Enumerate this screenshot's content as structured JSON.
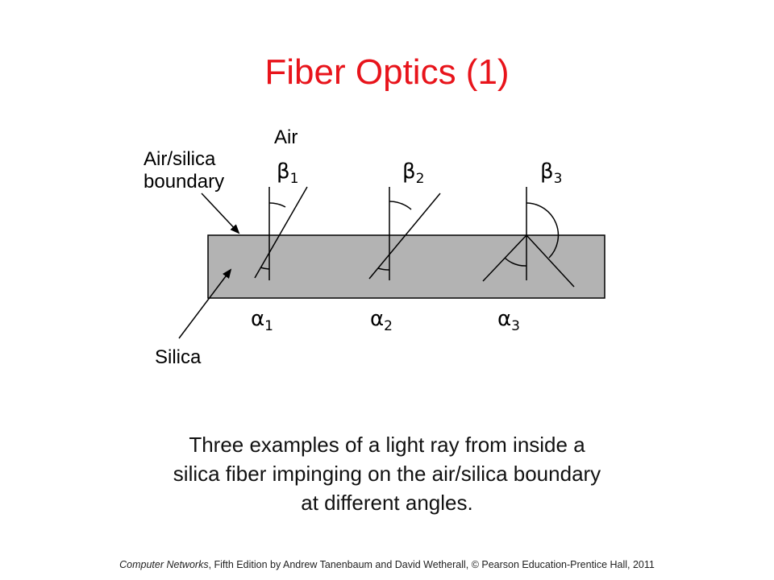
{
  "title": "Fiber Optics (1)",
  "diagram": {
    "air_label": "Air",
    "boundary_label_line1": "Air/silica",
    "boundary_label_line2": "boundary",
    "silica_label": "Silica",
    "beta_symbol": "β",
    "alpha_symbol": "α",
    "subscripts": [
      "1",
      "2",
      "3"
    ],
    "fiber_color": "#b3b3b3"
  },
  "caption": {
    "line1": "Three examples of a light ray from inside a",
    "line2": "silica fiber impinging on the air/silica boundary",
    "line3": "at different angles."
  },
  "footer": {
    "book": "Computer Networks",
    "rest": ", Fifth Edition by Andrew Tanenbaum and David Wetherall, © Pearson Education-Prentice Hall, 2011"
  }
}
